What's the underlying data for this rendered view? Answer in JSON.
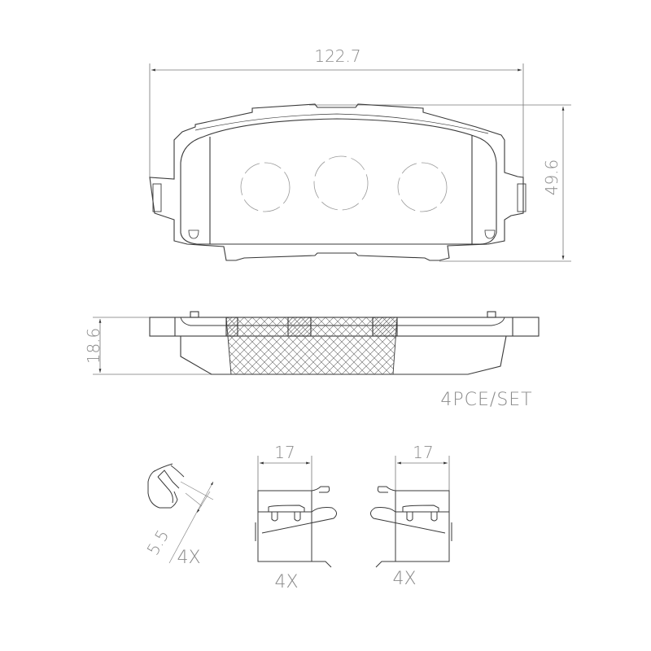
{
  "front_view": {
    "width_dimension": "122.7",
    "height_dimension": "49.6"
  },
  "side_view": {
    "thickness_dimension": "18.6",
    "quantity_label": "4PCE/SET"
  },
  "clip_small": {
    "dimension": "5.5",
    "quantity": "4X"
  },
  "clip_left": {
    "width_dimension": "17",
    "quantity": "4X"
  },
  "clip_right": {
    "width_dimension": "17",
    "quantity": "4X"
  },
  "colors": {
    "line": "#3a3a3a",
    "dim_line": "#7a7a7a",
    "text": "#8a8a8a"
  }
}
